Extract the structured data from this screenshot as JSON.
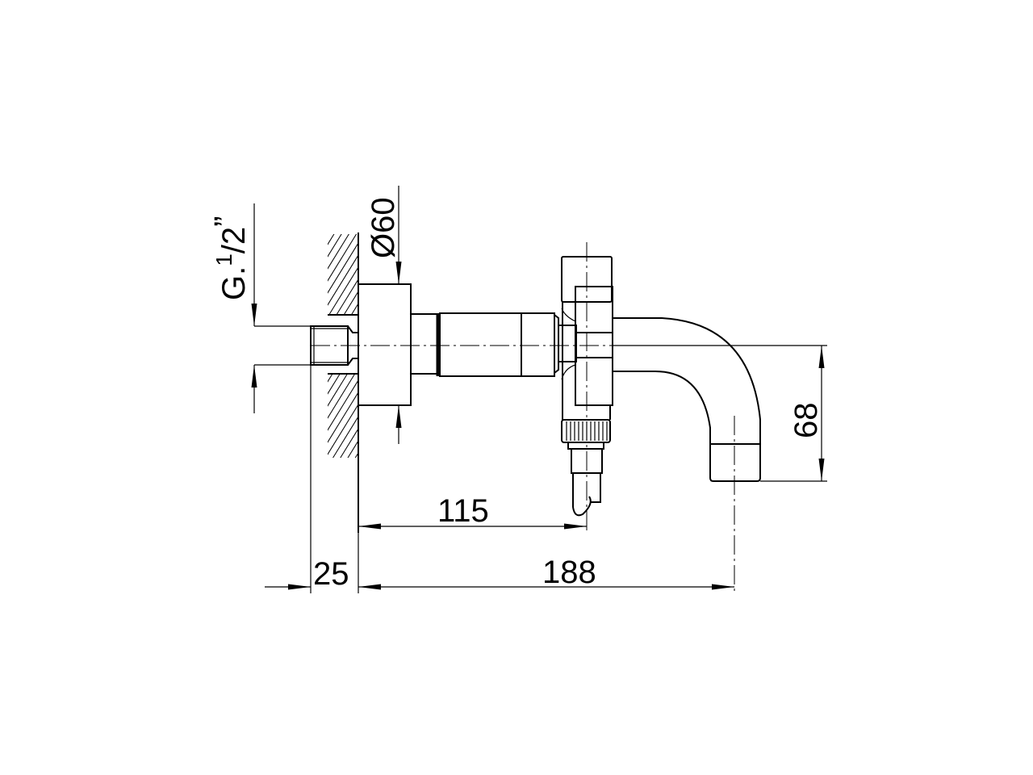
{
  "drawing": {
    "type": "technical-drawing",
    "subject": "wall-mounted tap with spout and hose connector (side elevation)",
    "units": "mm",
    "background_color": "#ffffff",
    "line_color": "#000000"
  },
  "dimensions": {
    "thread": {
      "prefix": "G.",
      "fraction_num": "1",
      "fraction_sep": "/",
      "fraction_den": "2",
      "suffix": "”",
      "label": "G.1/2”"
    },
    "flange_diameter": {
      "label": "Ø60",
      "symbol": "Ø",
      "value": "60"
    },
    "wall_to_hose_outlet": {
      "label": "115",
      "value": 115
    },
    "thread_depth": {
      "label": "25",
      "value": 25
    },
    "wall_to_spout_outlet": {
      "label": "188",
      "value": 188
    },
    "spout_drop": {
      "label": "68",
      "value": 68
    }
  }
}
